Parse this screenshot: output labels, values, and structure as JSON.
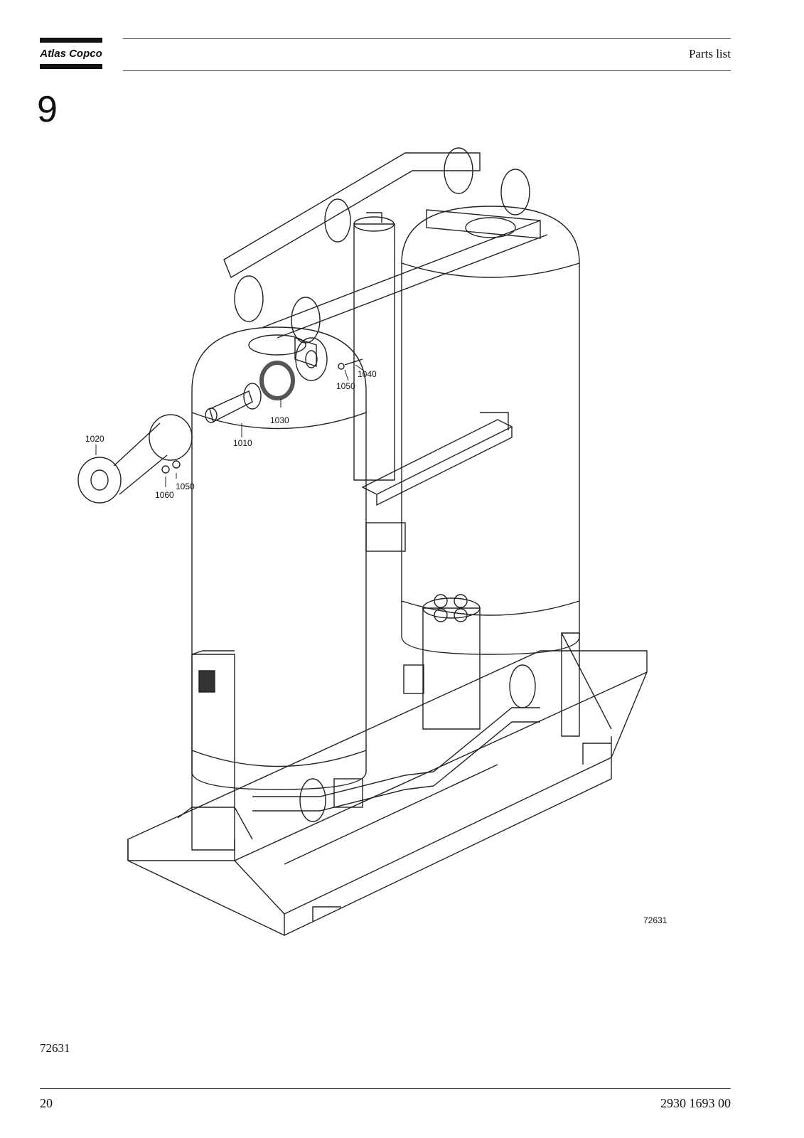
{
  "header": {
    "brand": "Atlas Copco",
    "title": "Parts list"
  },
  "section_number": "9",
  "figure": {
    "callouts": {
      "c1010": "1010",
      "c1020": "1020",
      "c1030": "1030",
      "c1040": "1040",
      "c1050a": "1050",
      "c1050b": "1050",
      "c1060": "1060"
    },
    "figure_id": "72631"
  },
  "caption": "72631",
  "footer": {
    "page_number": "20",
    "doc_number": "2930 1693 00"
  }
}
